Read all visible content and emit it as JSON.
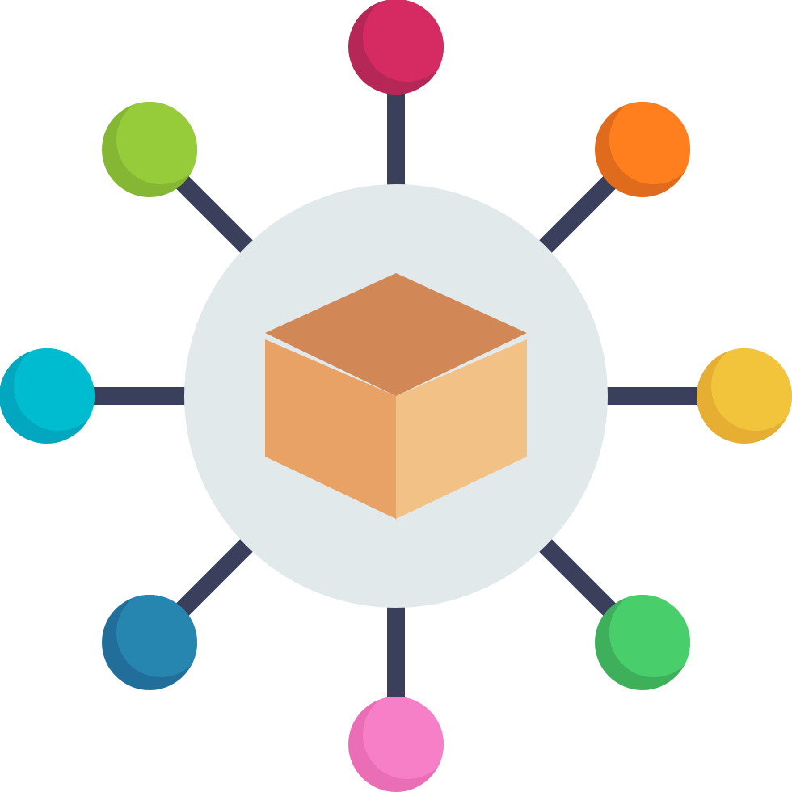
{
  "illustration": {
    "subject": "distribution-network-icon",
    "hub": {
      "icon": "box-icon",
      "background_color": "#E1E9EB",
      "box_colors": {
        "top": "#D18856",
        "left": "#E9A266",
        "right": "#F2C186"
      }
    },
    "connector_color": "#3A3F5C",
    "nodes": [
      {
        "name": "top",
        "color": "#D62B62",
        "shade": "#B42756"
      },
      {
        "name": "top-right",
        "color": "#FF7F1E",
        "shade": "#E06B1D"
      },
      {
        "name": "right",
        "color": "#F2C43C",
        "shade": "#E6AF33"
      },
      {
        "name": "bottom-right",
        "color": "#48CF6B",
        "shade": "#3EB05B"
      },
      {
        "name": "bottom",
        "color": "#F77FC8",
        "shade": "#EA6EB5"
      },
      {
        "name": "bottom-left",
        "color": "#2686B0",
        "shade": "#226E9A"
      },
      {
        "name": "left",
        "color": "#00BCD1",
        "shade": "#00A7BE"
      },
      {
        "name": "top-left",
        "color": "#96CC3A",
        "shade": "#85B734"
      }
    ]
  }
}
